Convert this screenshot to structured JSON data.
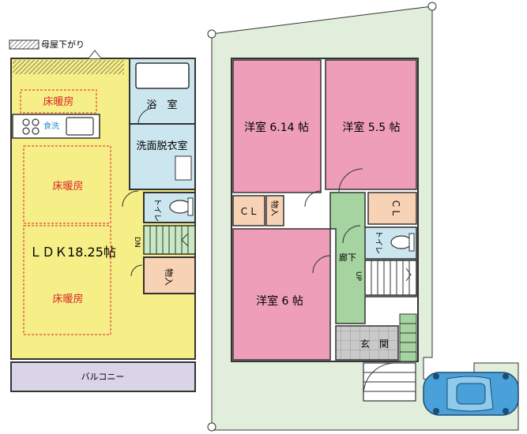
{
  "legend": {
    "label": "母屋下がり"
  },
  "floor1": {
    "ldk": "ＬＤＫ18.25帖",
    "floor_heating_top": "床暖房",
    "floor_heating_mid": "床暖房",
    "floor_heating_bottom": "床暖房",
    "dishwasher": "食洗",
    "bath": "浴　室",
    "washroom": "洗面脱衣室",
    "toilet": "トイレ",
    "storage": "物入",
    "stair_dn": "DN",
    "balcony": "バルコニー"
  },
  "floor2": {
    "room_a": "洋室 6.14 帖",
    "room_b": "洋室 5.5 帖",
    "room_c": "洋室 6 帖",
    "closet_left": "ＣＬ",
    "closet_right": "ＣＬ",
    "storage": "物入",
    "toilet": "トイレ",
    "hallway": "廊下",
    "stair_up": "UP",
    "entrance": "玄　関"
  },
  "colors": {
    "ldk": "#f6ee86",
    "wet": "#cbe6ef",
    "bedroom": "#ef9eba",
    "closet": "#f8d2b5",
    "hall": "#a5d4a0",
    "site": "#e2eedc",
    "car": "#4aa0d8",
    "heating_text": "#d9262c"
  }
}
